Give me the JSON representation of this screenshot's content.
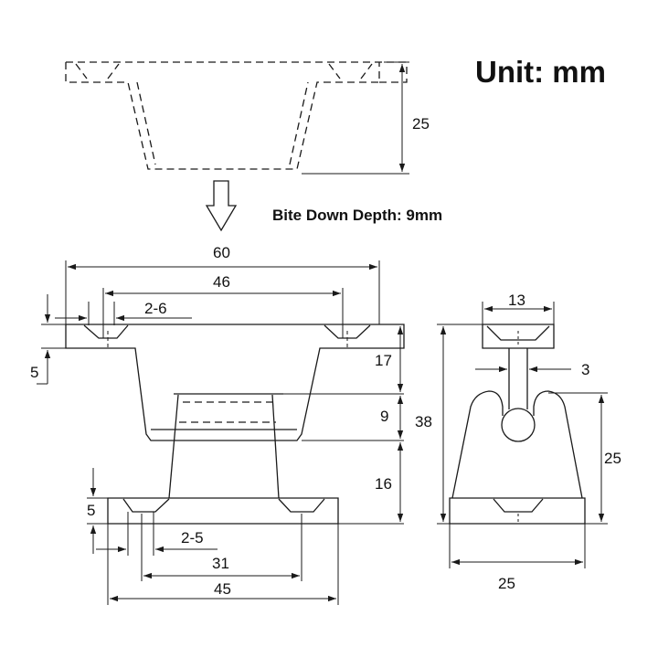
{
  "header": {
    "unit_label": "Unit: mm"
  },
  "annotation": {
    "bite_down": "Bite Down Depth: 9mm"
  },
  "top_view": {
    "height_dim": "25"
  },
  "front_view": {
    "overall_width": "60",
    "hole_spacing_top": "46",
    "top_holes": "2-6",
    "flange_thickness": "5",
    "upper_height": "17",
    "bite_depth": "9",
    "lower_height": "16",
    "base_thickness": "5",
    "bottom_holes": "2-5",
    "hole_spacing_bottom": "31",
    "base_width": "45"
  },
  "side_view": {
    "top_width": "13",
    "slot_width": "3",
    "total_height": "38",
    "body_height": "25",
    "base_width": "25"
  }
}
